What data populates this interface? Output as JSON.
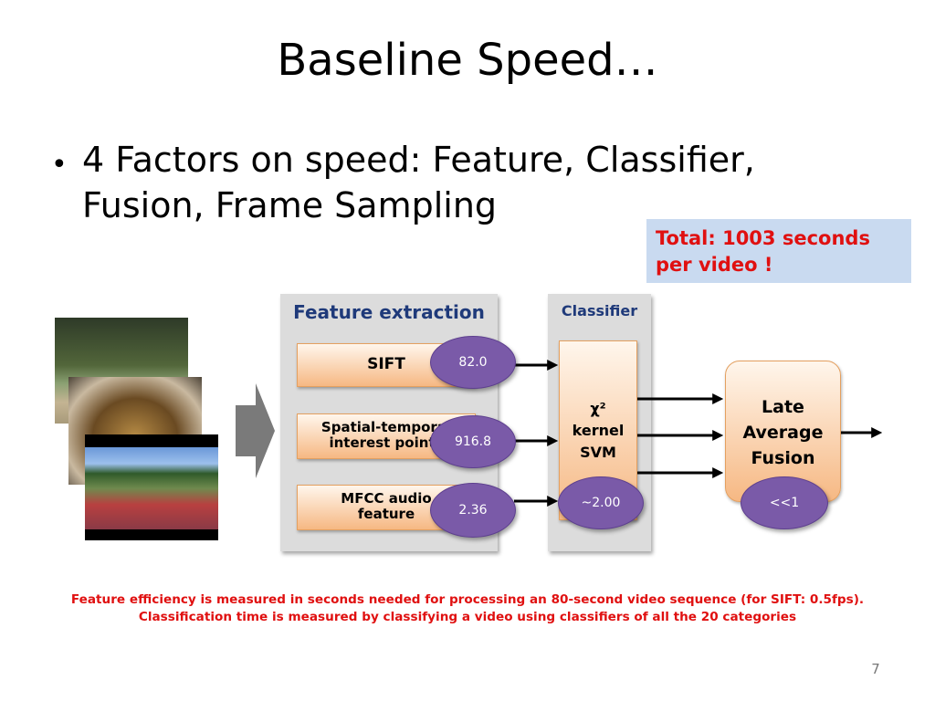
{
  "slide": {
    "title": "Baseline Speed…",
    "bullet": "4 Factors on speed: Feature, Classifier, Fusion, Frame Sampling",
    "total_note": [
      "Total: 1003 seconds",
      "per video !"
    ],
    "page_number": "7"
  },
  "diagram": {
    "feature_extraction": {
      "title": "Feature extraction",
      "features": [
        {
          "label": [
            "SIFT"
          ],
          "time": "82.0"
        },
        {
          "label": [
            "Spatial-temporal",
            "interest points"
          ],
          "time": "916.8"
        },
        {
          "label": [
            "MFCC audio",
            "feature"
          ],
          "time": "2.36"
        }
      ]
    },
    "classifier": {
      "title": "Classifier",
      "label": [
        "χ²",
        "kernel",
        "SVM"
      ],
      "time": "~2.00"
    },
    "fusion": {
      "label": [
        "Late",
        "Average",
        "Fusion"
      ],
      "time": "<<1"
    }
  },
  "footnote": [
    "Feature efficiency is measured in seconds needed for processing an 80-second video sequence (for SIFT: 0.5fps).",
    "Classification time is measured by classifying a video using classifiers of all the 20 categories"
  ],
  "colors": {
    "accent_red": "#e01010",
    "title_blue": "#1f3a7a",
    "oval_purple": "#7a5aa8",
    "note_bg": "#c9daf0"
  }
}
